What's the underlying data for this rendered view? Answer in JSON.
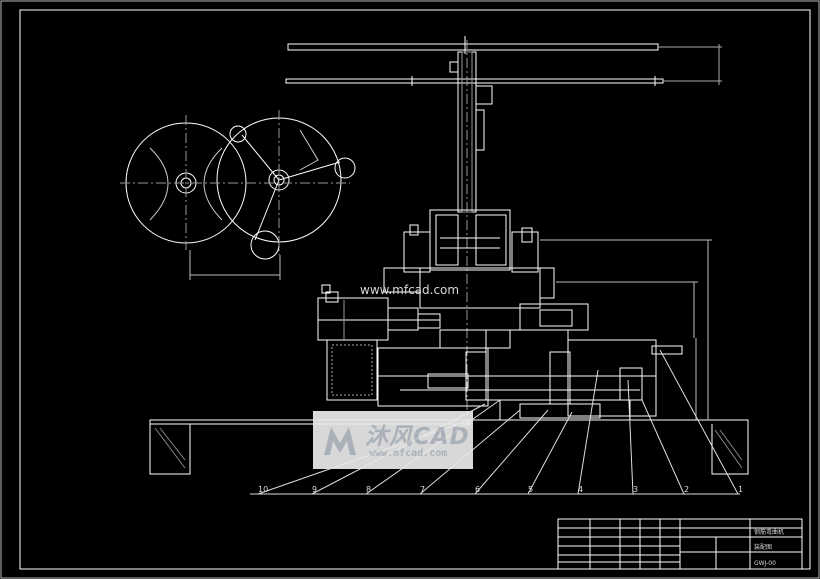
{
  "watermark": {
    "title": "沐风CAD",
    "url": "www.mfcad.com"
  },
  "center_watermark": "www.mfcad.com",
  "balloons": [
    "10",
    "9",
    "8",
    "7",
    "6",
    "5",
    "4",
    "3",
    "2",
    "1"
  ],
  "title_block": {
    "name": "钢筋弯曲机",
    "sheet": "装配图",
    "code": "GWJ-00"
  },
  "colors": {
    "background": "#000000",
    "lines": "#ffffff",
    "dims": "#d0d0d0",
    "watermark_bg": "#e9e9e9",
    "watermark_text": "#b8bfc7"
  }
}
